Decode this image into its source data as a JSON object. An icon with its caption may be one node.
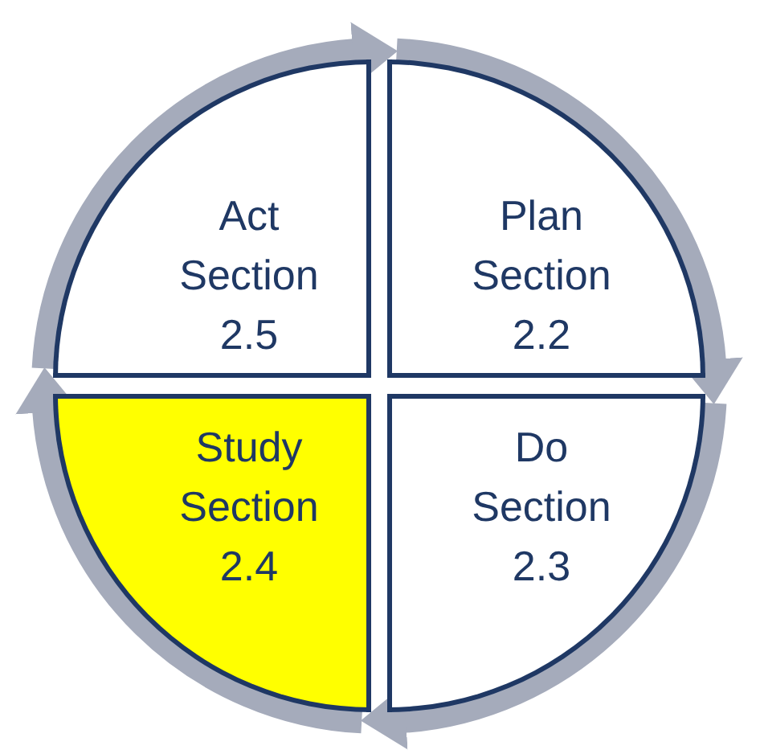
{
  "diagram": {
    "nodes": [
      {
        "text": [
          "Act Section 2.5"
        ]
      },
      {
        "text": [
          "Plan Section 2.2"
        ]
      },
      {
        "text": [
          "Study Section 2.4"
        ]
      },
      {
        "text": [
          "Do Section 2.3"
        ]
      }
    ],
    "edges": [
      {
        "from": 0,
        "to": 1,
        "arrow": "to"
      },
      {
        "from": 1,
        "to": 3,
        "arrow": "to"
      },
      {
        "from": 3,
        "to": 2,
        "arrow": "to"
      },
      {
        "from": 2,
        "to": 0,
        "arrow": "to"
      }
    ]
  }
}
